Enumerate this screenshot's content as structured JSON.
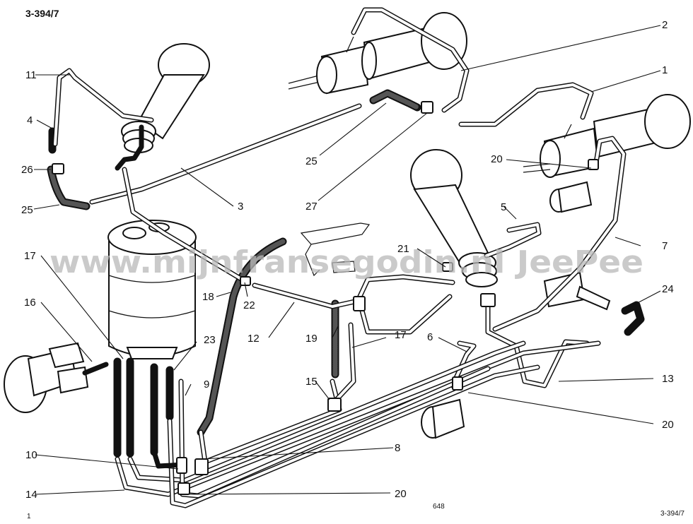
{
  "header": {
    "ref_top_left": "3-394/7",
    "ref_bottom_right": "3-394/7",
    "page_number": "1",
    "figure_number": "648"
  },
  "watermark": {
    "text": "www.mijnfransegodin.nl JeePee"
  },
  "callouts": {
    "c1": "1",
    "c2": "2",
    "c3": "3",
    "c4": "4",
    "c5": "5",
    "c6": "6",
    "c7": "7",
    "c8": "8",
    "c9": "9",
    "c10": "10",
    "c11": "11",
    "c12": "12",
    "c13": "13",
    "c14": "14",
    "c15": "15",
    "c16": "16",
    "c17a": "17",
    "c17b": "17",
    "c18": "18",
    "c19": "19",
    "c20a": "20",
    "c20b": "20",
    "c20c": "20",
    "c21": "21",
    "c22": "22",
    "c23": "23",
    "c24": "24",
    "c25a": "25",
    "c25b": "25",
    "c26": "26",
    "c27": "27"
  },
  "colors": {
    "line": "#111111",
    "paper": "#ffffff",
    "watermark": "#b9b9b9"
  }
}
